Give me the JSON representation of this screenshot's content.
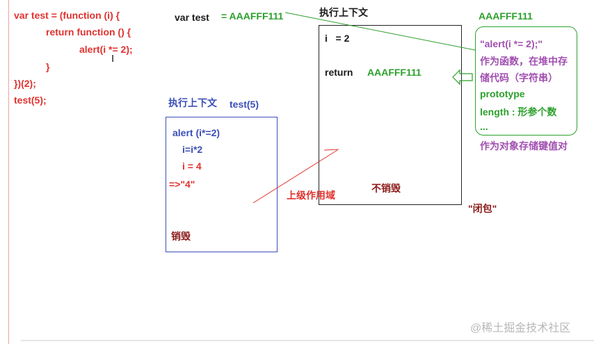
{
  "code": {
    "line1": "var test = (function (i) {",
    "line2": "return function () {",
    "line3": "alert(i *= 2);",
    "line4": "}",
    "line5": "})(2);",
    "line6": "test(5);"
  },
  "global": {
    "var_label": "var test",
    "var_value": "= AAAFFF111"
  },
  "exec_context_1": {
    "title": "执行上下文",
    "i_row": "i   = 2",
    "return_label": "return",
    "return_value": "AAAFFF111",
    "not_destroyed": "不销毁"
  },
  "heap": {
    "address": "AAAFFF111",
    "line1": "\"alert(i *= 2);\"",
    "line2": "作为函数，在堆中存",
    "line3": "储代码（字符串）",
    "line4": "prototype",
    "line5": "length : 形参个数",
    "line6": "...",
    "caption": "作为对象存储键值对"
  },
  "exec_context_2": {
    "title": "执行上下文",
    "call": "test(5)",
    "line1": "alert (i*=2)",
    "line2": "i=i*2",
    "line3": "i = 4",
    "line4": "=>\"4\"",
    "destroyed": "销毁"
  },
  "labels": {
    "upper_scope": "上级作用域",
    "closure": "\"闭包\""
  },
  "watermark": "@稀土掘金技术社区",
  "colors": {
    "code": "#e0322f",
    "address": "#2ca02c",
    "context2": "#3a4fb8",
    "heap_text": "#a14fb0",
    "status": "#8b1a1a"
  }
}
